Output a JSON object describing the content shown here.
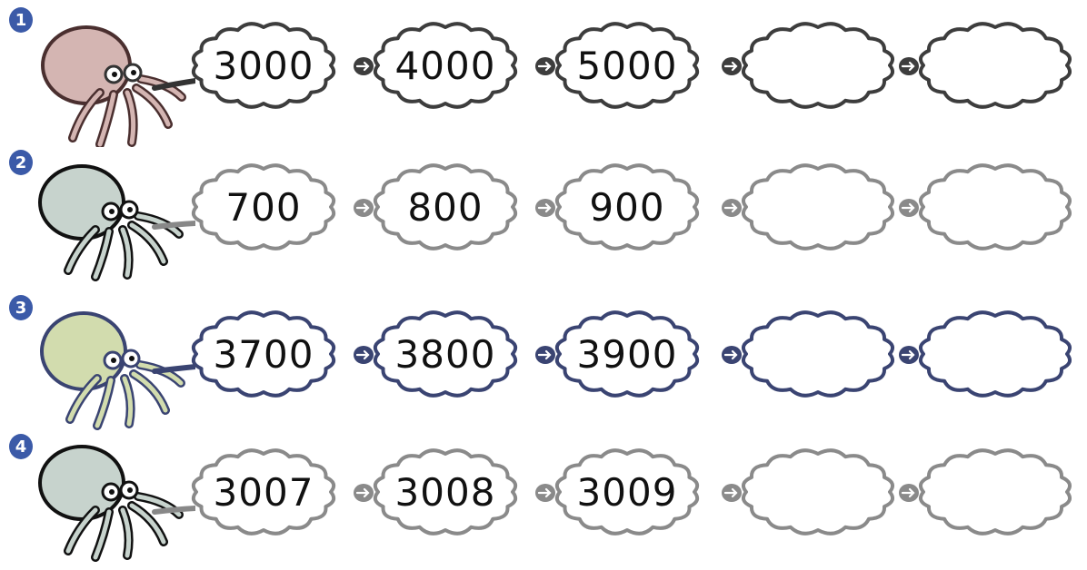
{
  "rows": [
    {
      "number": "1",
      "line_color": "#3d3d3d",
      "values": [
        "3000",
        "4000",
        "5000",
        "",
        ""
      ]
    },
    {
      "number": "2",
      "line_color": "#8a8a8a",
      "values": [
        "700",
        "800",
        "900",
        "",
        ""
      ]
    },
    {
      "number": "3",
      "line_color": "#3a4472",
      "values": [
        "3700",
        "3800",
        "3900",
        "",
        ""
      ]
    },
    {
      "number": "4",
      "line_color": "#8a8a8a",
      "values": [
        "3007",
        "3008",
        "3009",
        "",
        ""
      ]
    }
  ],
  "badge_color": "#3b5aa8",
  "arrow_icon": "right-arrow-icon",
  "cloud_icon": "thought-cloud-shape"
}
